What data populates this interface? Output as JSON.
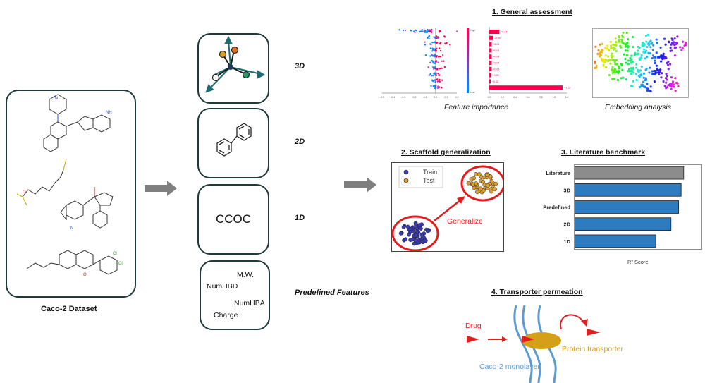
{
  "dataset": {
    "caption": "Caco-2 Dataset"
  },
  "representations": {
    "one_d_smiles": "CCOC",
    "predefined": [
      "M.W.",
      "NumHBD",
      "NumHBA",
      "Charge"
    ]
  },
  "rep_labels": {
    "three_d": "3D",
    "two_d": "2D",
    "one_d": "1D",
    "predefined": "Predefined Features"
  },
  "sections": {
    "general": {
      "title": "1. General assessment",
      "feature_caption": "Feature importance",
      "embedding_caption": "Embedding analysis",
      "colorbar_high": "High",
      "colorbar_low": "Low",
      "shap_ticks": [
        "-0.5",
        "-0.4",
        "-0.3",
        "-0.2",
        "-0.1",
        "0.0",
        "0.1",
        "0.2"
      ],
      "bar_values": [
        "+0.17",
        "+0.06",
        "+0.04",
        "+0.04",
        "+0.04",
        "+0.04",
        "+0.04",
        "+0.03",
        "+0.02",
        "+1.23"
      ],
      "bar_ticks": [
        "0.0",
        "0.2",
        "0.4",
        "0.6",
        "0.8",
        "1.0",
        "1.2"
      ]
    },
    "scaffold": {
      "title": "2. Scaffold generalization",
      "legend_train": "Train",
      "legend_test": "Test",
      "arrow_label": "Generalize"
    },
    "literature": {
      "title": "3. Literature benchmark",
      "x_label": "R² Score"
    },
    "transporter": {
      "title": "4. Transporter permeation",
      "drug": "Drug",
      "protein": "Protein transporter",
      "monolayer": "Caco-2 monolayer"
    }
  },
  "chart_data": {
    "type": "bar",
    "orientation": "horizontal",
    "categories": [
      "Literature",
      "3D",
      "Predefined",
      "2D",
      "1D"
    ],
    "values": [
      0.86,
      0.84,
      0.82,
      0.76,
      0.64
    ],
    "colors": [
      "#8c8c8c",
      "#2f7bbf",
      "#2f7bbf",
      "#2f7bbf",
      "#2f7bbf"
    ],
    "xlabel": "R² Score",
    "xlim": [
      0,
      1
    ]
  },
  "colors": {
    "red": "#e02020",
    "blue": "#2f7bbf",
    "gray_arrow": "#7f7f7f",
    "box_border": "#1f3a3a",
    "transporter": "#d4a017"
  }
}
